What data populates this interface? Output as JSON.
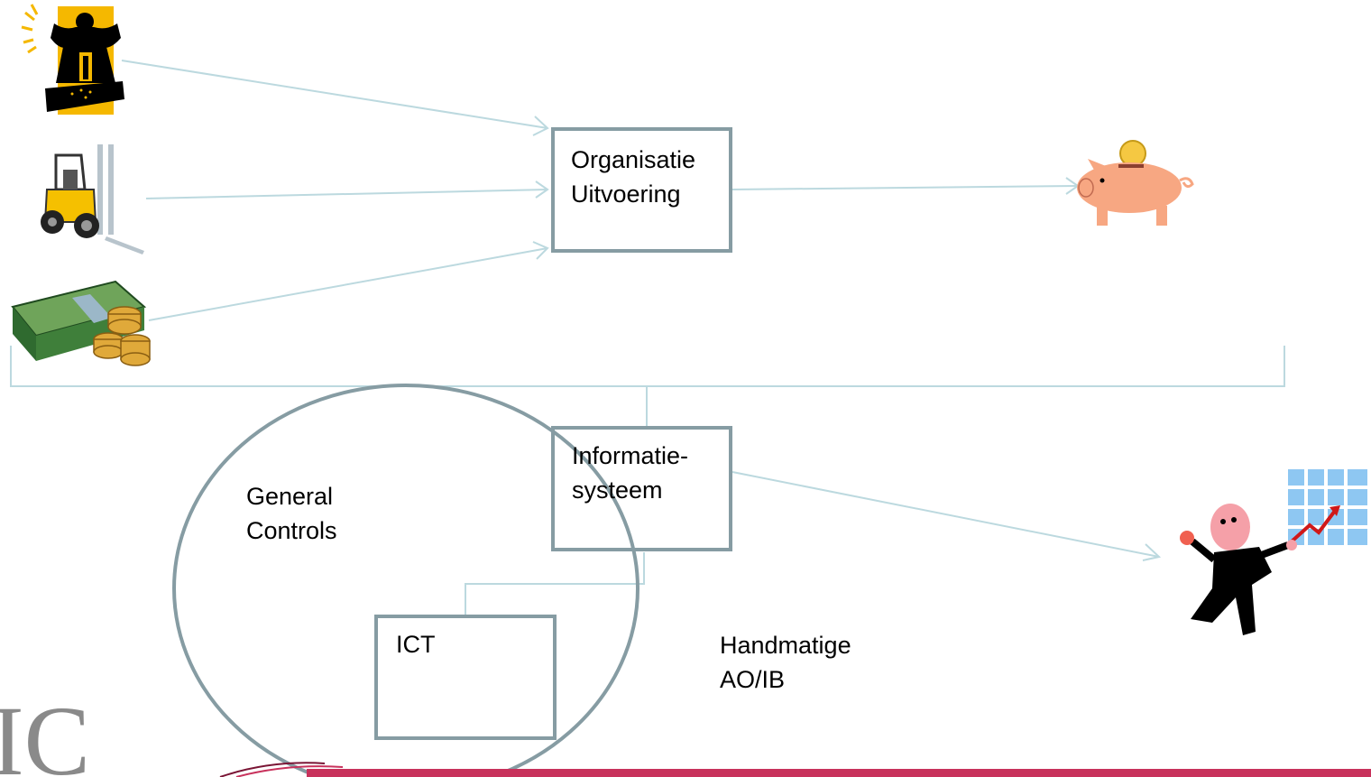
{
  "boxes": {
    "organisatie": {
      "line1": "Organisatie",
      "line2": "Uitvoering"
    },
    "informatiesysteem": {
      "line1": "Informatie-",
      "line2": "systeem"
    },
    "ict": {
      "line1": "ICT"
    }
  },
  "labels": {
    "general_controls": {
      "line1": "General",
      "line2": "Controls"
    },
    "handmatige": {
      "line1": "Handmatige",
      "line2": "AO/IB"
    }
  },
  "logo": {
    "text": "IC"
  },
  "colors": {
    "connector": "#bcd9df",
    "box_border": "#869ca3",
    "footer_bar": "#c8325c",
    "footer_bar_dark": "#7a1535"
  },
  "icons": {
    "inputs": [
      "worker-jackhammer-icon",
      "forklift-icon",
      "money-stack-icon"
    ],
    "output": "piggy-bank-icon",
    "report": "presenter-chart-icon"
  }
}
